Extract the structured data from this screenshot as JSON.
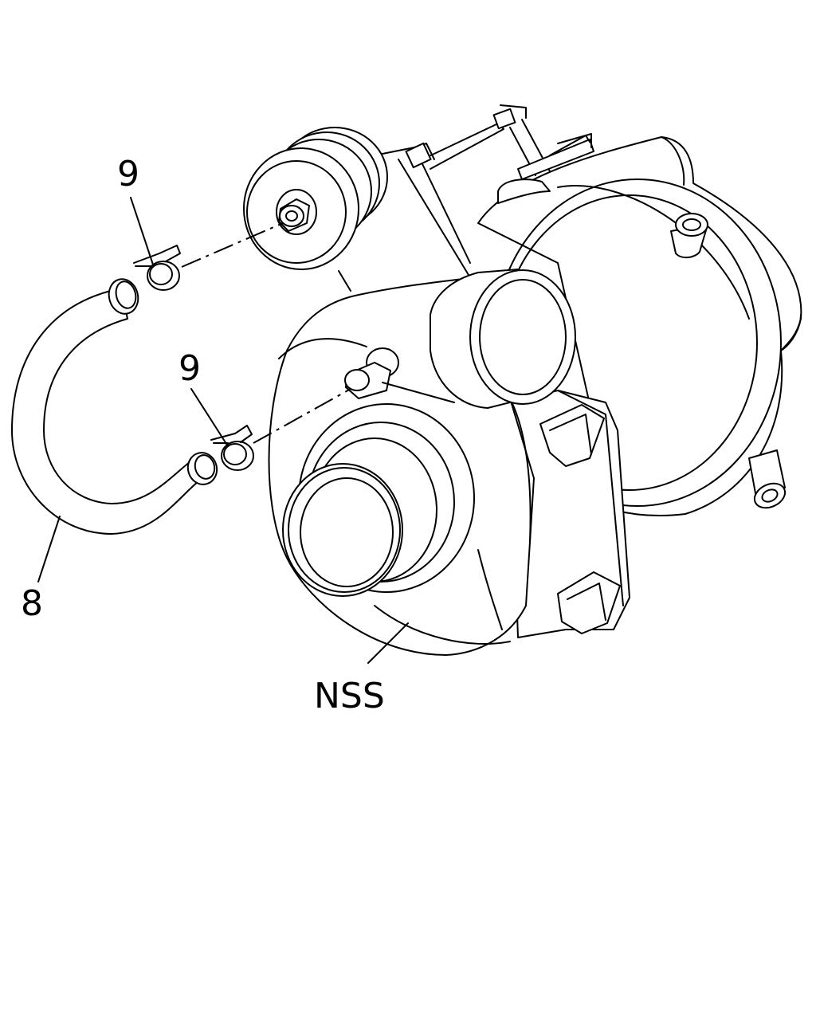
{
  "callouts": {
    "clamp_upper": "9",
    "clamp_lower": "9",
    "hose": "8",
    "turbo": "NSS"
  },
  "colors": {
    "line": "#000000",
    "background": "#ffffff"
  }
}
